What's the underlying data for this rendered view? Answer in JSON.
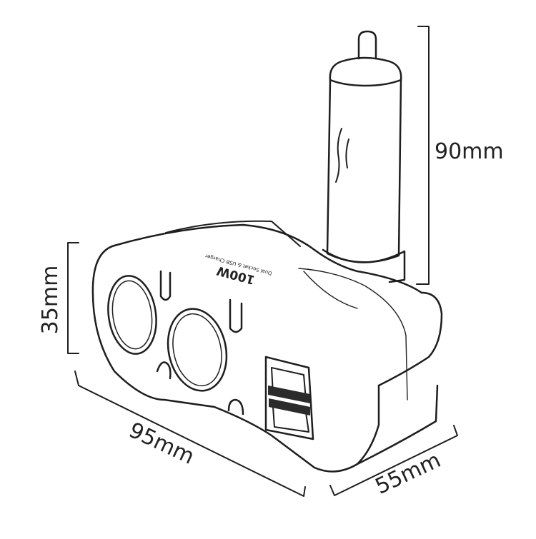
{
  "dimensions": {
    "height_plug": "90mm",
    "height_body": "35mm",
    "length": "95mm",
    "depth": "55mm"
  },
  "product": {
    "power_label": "100W",
    "subtitle_label": "Dual Socket & USB Charger"
  },
  "colors": {
    "line": "#1e1e1e",
    "shade": "#2b2b2b",
    "background": "#ffffff"
  }
}
